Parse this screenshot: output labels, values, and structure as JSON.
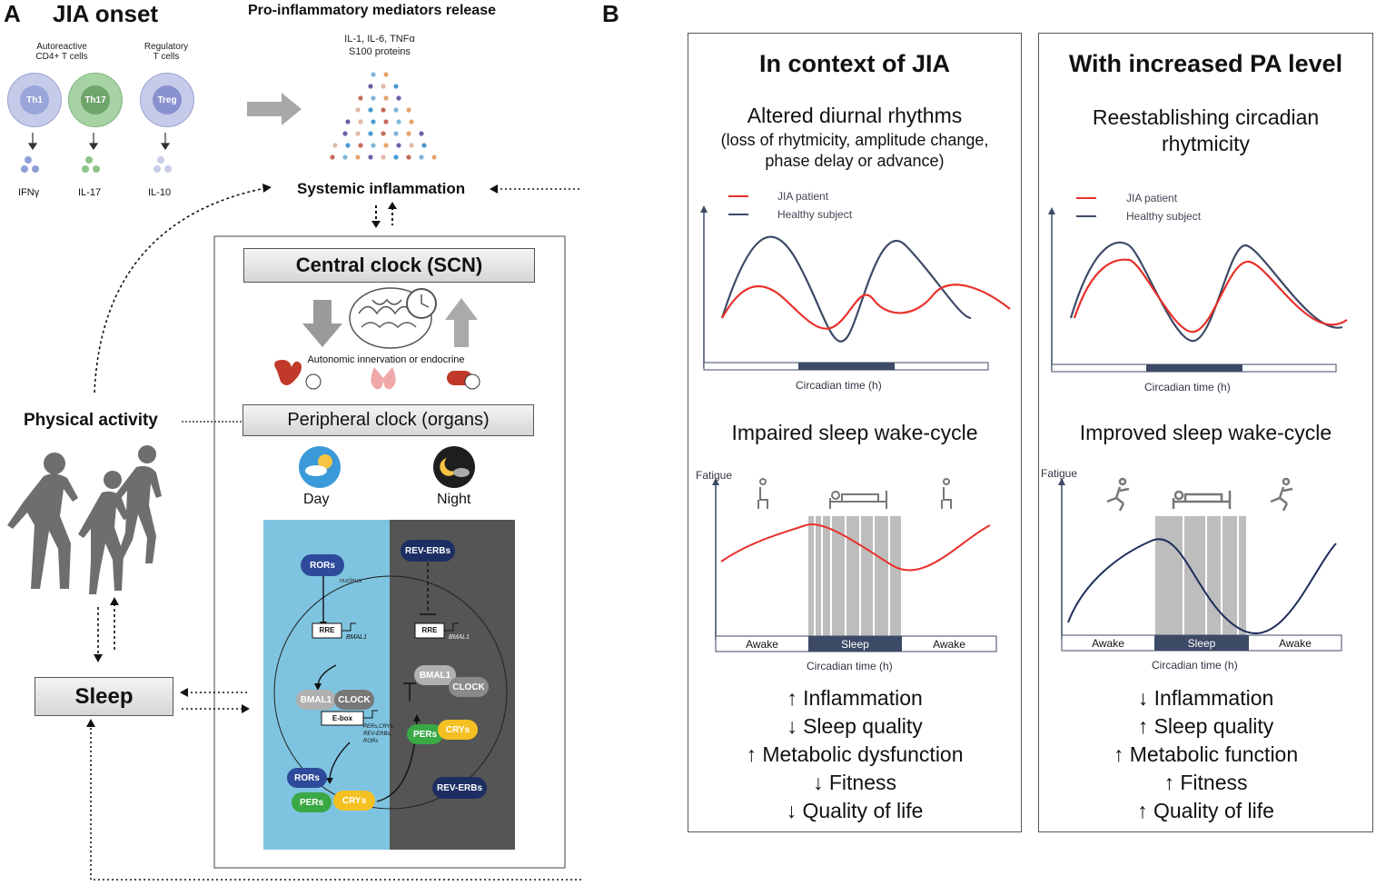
{
  "panel_a": {
    "letter": "A",
    "title": "JIA onset",
    "cells": [
      {
        "type_label": "Autoreactive\nCD4+ T cells",
        "name": "Th1",
        "cytokine": "IFNγ"
      },
      {
        "name": "Th17",
        "cytokine": "IL-17"
      },
      {
        "type_label": "Regulatory\nT cells",
        "name": "Treg",
        "cytokine": "IL-10"
      }
    ],
    "mediators_title": "Pro-inflammatory mediators release",
    "mediators_line1": "IL-1, IL-6, TNFα",
    "mediators_line2": "S100 proteins",
    "systemic": "Systemic inflammation",
    "central_clock": "Central clock (SCN)",
    "autonomic": "Autonomic innervation or endocrine",
    "peripheral_clock": "Peripheral clock (organs)",
    "physical_activity": "Physical activity",
    "sleep": "Sleep",
    "day": "Day",
    "night": "Night",
    "molecular": {
      "nucleus": "nucleus",
      "rors": "RORs",
      "rev_erbs": "REV-ERBs",
      "rre": "RRE",
      "bmal1_gene": "BMAL1",
      "bmal1": "BMAL1",
      "clock": "CLOCK",
      "ebox": "E-box",
      "targets": "PERs,CRYs,\nREV-ERBs,\nRORs",
      "pers": "PERs",
      "crys": "CRYs"
    }
  },
  "panel_b": {
    "letter": "B",
    "left": {
      "title": "In context of JIA",
      "subtitle": "Altered diurnal rhythms",
      "subtitle_detail": "(loss of rhytmicity, amplitude change,\nphase delay or advance)",
      "legend_red": "JIA patient",
      "legend_blue": "Healthy subject",
      "xlabel": "Circadian time (h)",
      "sleep_title": "Impaired sleep wake-cycle",
      "ylabel": "Fatigue",
      "bar_labels": [
        "Awake",
        "Sleep",
        "Awake"
      ],
      "xlabel2": "Circadian time (h)",
      "outcomes": [
        "↑ Inflammation",
        "↓ Sleep quality",
        "↑ Metabolic dysfunction",
        "↓ Fitness",
        "↓ Quality of life"
      ]
    },
    "right": {
      "title": "With increased PA level",
      "subtitle": "Reestablishing circadian\nrhytmicity",
      "legend_red": "JIA patient",
      "legend_blue": "Healthy subject",
      "xlabel": "Circadian time (h)",
      "sleep_title": "Improved sleep wake-cycle",
      "ylabel": "Fatigue",
      "bar_labels": [
        "Awake",
        "Sleep",
        "Awake"
      ],
      "xlabel2": "Circadian time (h)",
      "outcomes": [
        "↓ Inflammation",
        "↑ Sleep quality",
        "↑ Metabolic function",
        "↑ Fitness",
        "↑ Quality of life"
      ]
    },
    "colors": {
      "red": "#e8302a",
      "navy": "#3d4a66",
      "darknavy": "#1f2d5c",
      "sleepgray": "#bdbdbd"
    }
  }
}
